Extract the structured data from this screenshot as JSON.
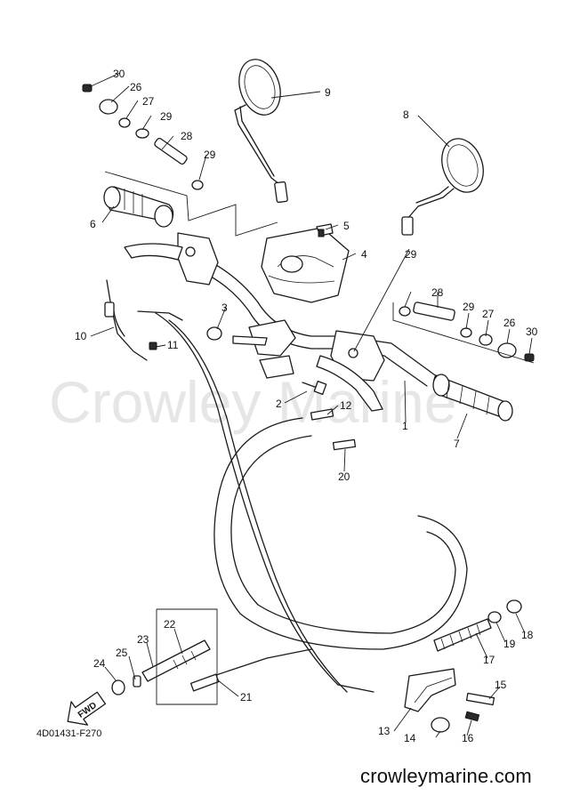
{
  "watermark": "Crowley Marine",
  "diagram_code": "4D01431-F270",
  "site_url": "crowleymarine.com",
  "fwd_label": "FWD",
  "callouts": {
    "c1": "1",
    "c2": "2",
    "c3": "3",
    "c4": "4",
    "c5": "5",
    "c6": "6",
    "c7": "7",
    "c8": "8",
    "c9": "9",
    "c10": "10",
    "c11": "11",
    "c12": "12",
    "c13": "13",
    "c14": "14",
    "c15": "15",
    "c16": "16",
    "c17": "17",
    "c18": "18",
    "c19": "19",
    "c20": "20",
    "c21": "21",
    "c22": "22",
    "c23": "23",
    "c24": "24",
    "c25": "25",
    "c26a": "26",
    "c26b": "26",
    "c27a": "27",
    "c27b": "27",
    "c28a": "28",
    "c28b": "28",
    "c29a": "29",
    "c29b": "29",
    "c29c": "29",
    "c29d": "29",
    "c30a": "30",
    "c30b": "30"
  }
}
